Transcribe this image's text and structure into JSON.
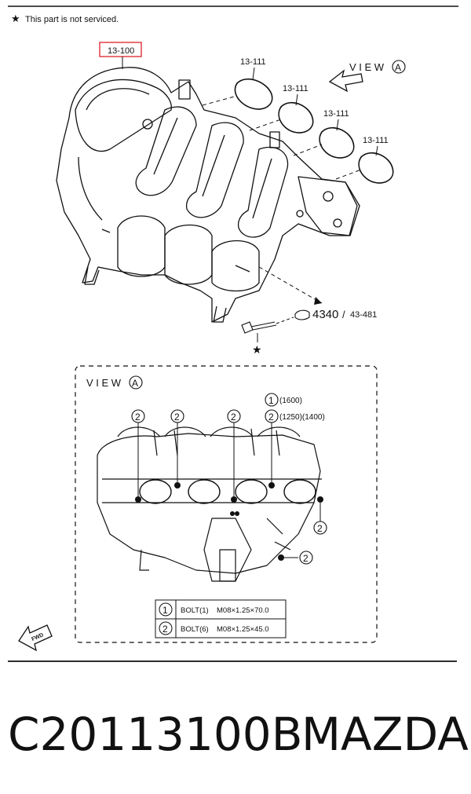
{
  "notice": {
    "star": "★",
    "text": "This part is not serviced."
  },
  "main_view": {
    "manifold_ref": "13-100",
    "gasket_refs": [
      "13-111",
      "13-111",
      "13-111",
      "13-111"
    ],
    "view_label": "V I E W",
    "view_letter": "A",
    "sensor_ref_main": "4340",
    "sensor_ref_sep": "/",
    "sensor_ref_alt": "43-481",
    "bolt_star": "★"
  },
  "detail_view": {
    "title": "V I E W",
    "title_letter": "A",
    "callout_1": "1",
    "callout_2": "2",
    "note_1": "(1600)",
    "note_2": "(1250)(1400)",
    "bolt_table": [
      {
        "num": "1",
        "name": "BOLT(1)",
        "spec": "M08×1.25×70.0"
      },
      {
        "num": "2",
        "name": "BOLT(6)",
        "spec": "M08×1.25×45.0"
      }
    ]
  },
  "fwd_label": "FWD",
  "footer": {
    "part_number": "C20113100B",
    "brand": "MAZDA"
  },
  "colors": {
    "line": "#111111",
    "highlight_box": "#e0303a"
  }
}
